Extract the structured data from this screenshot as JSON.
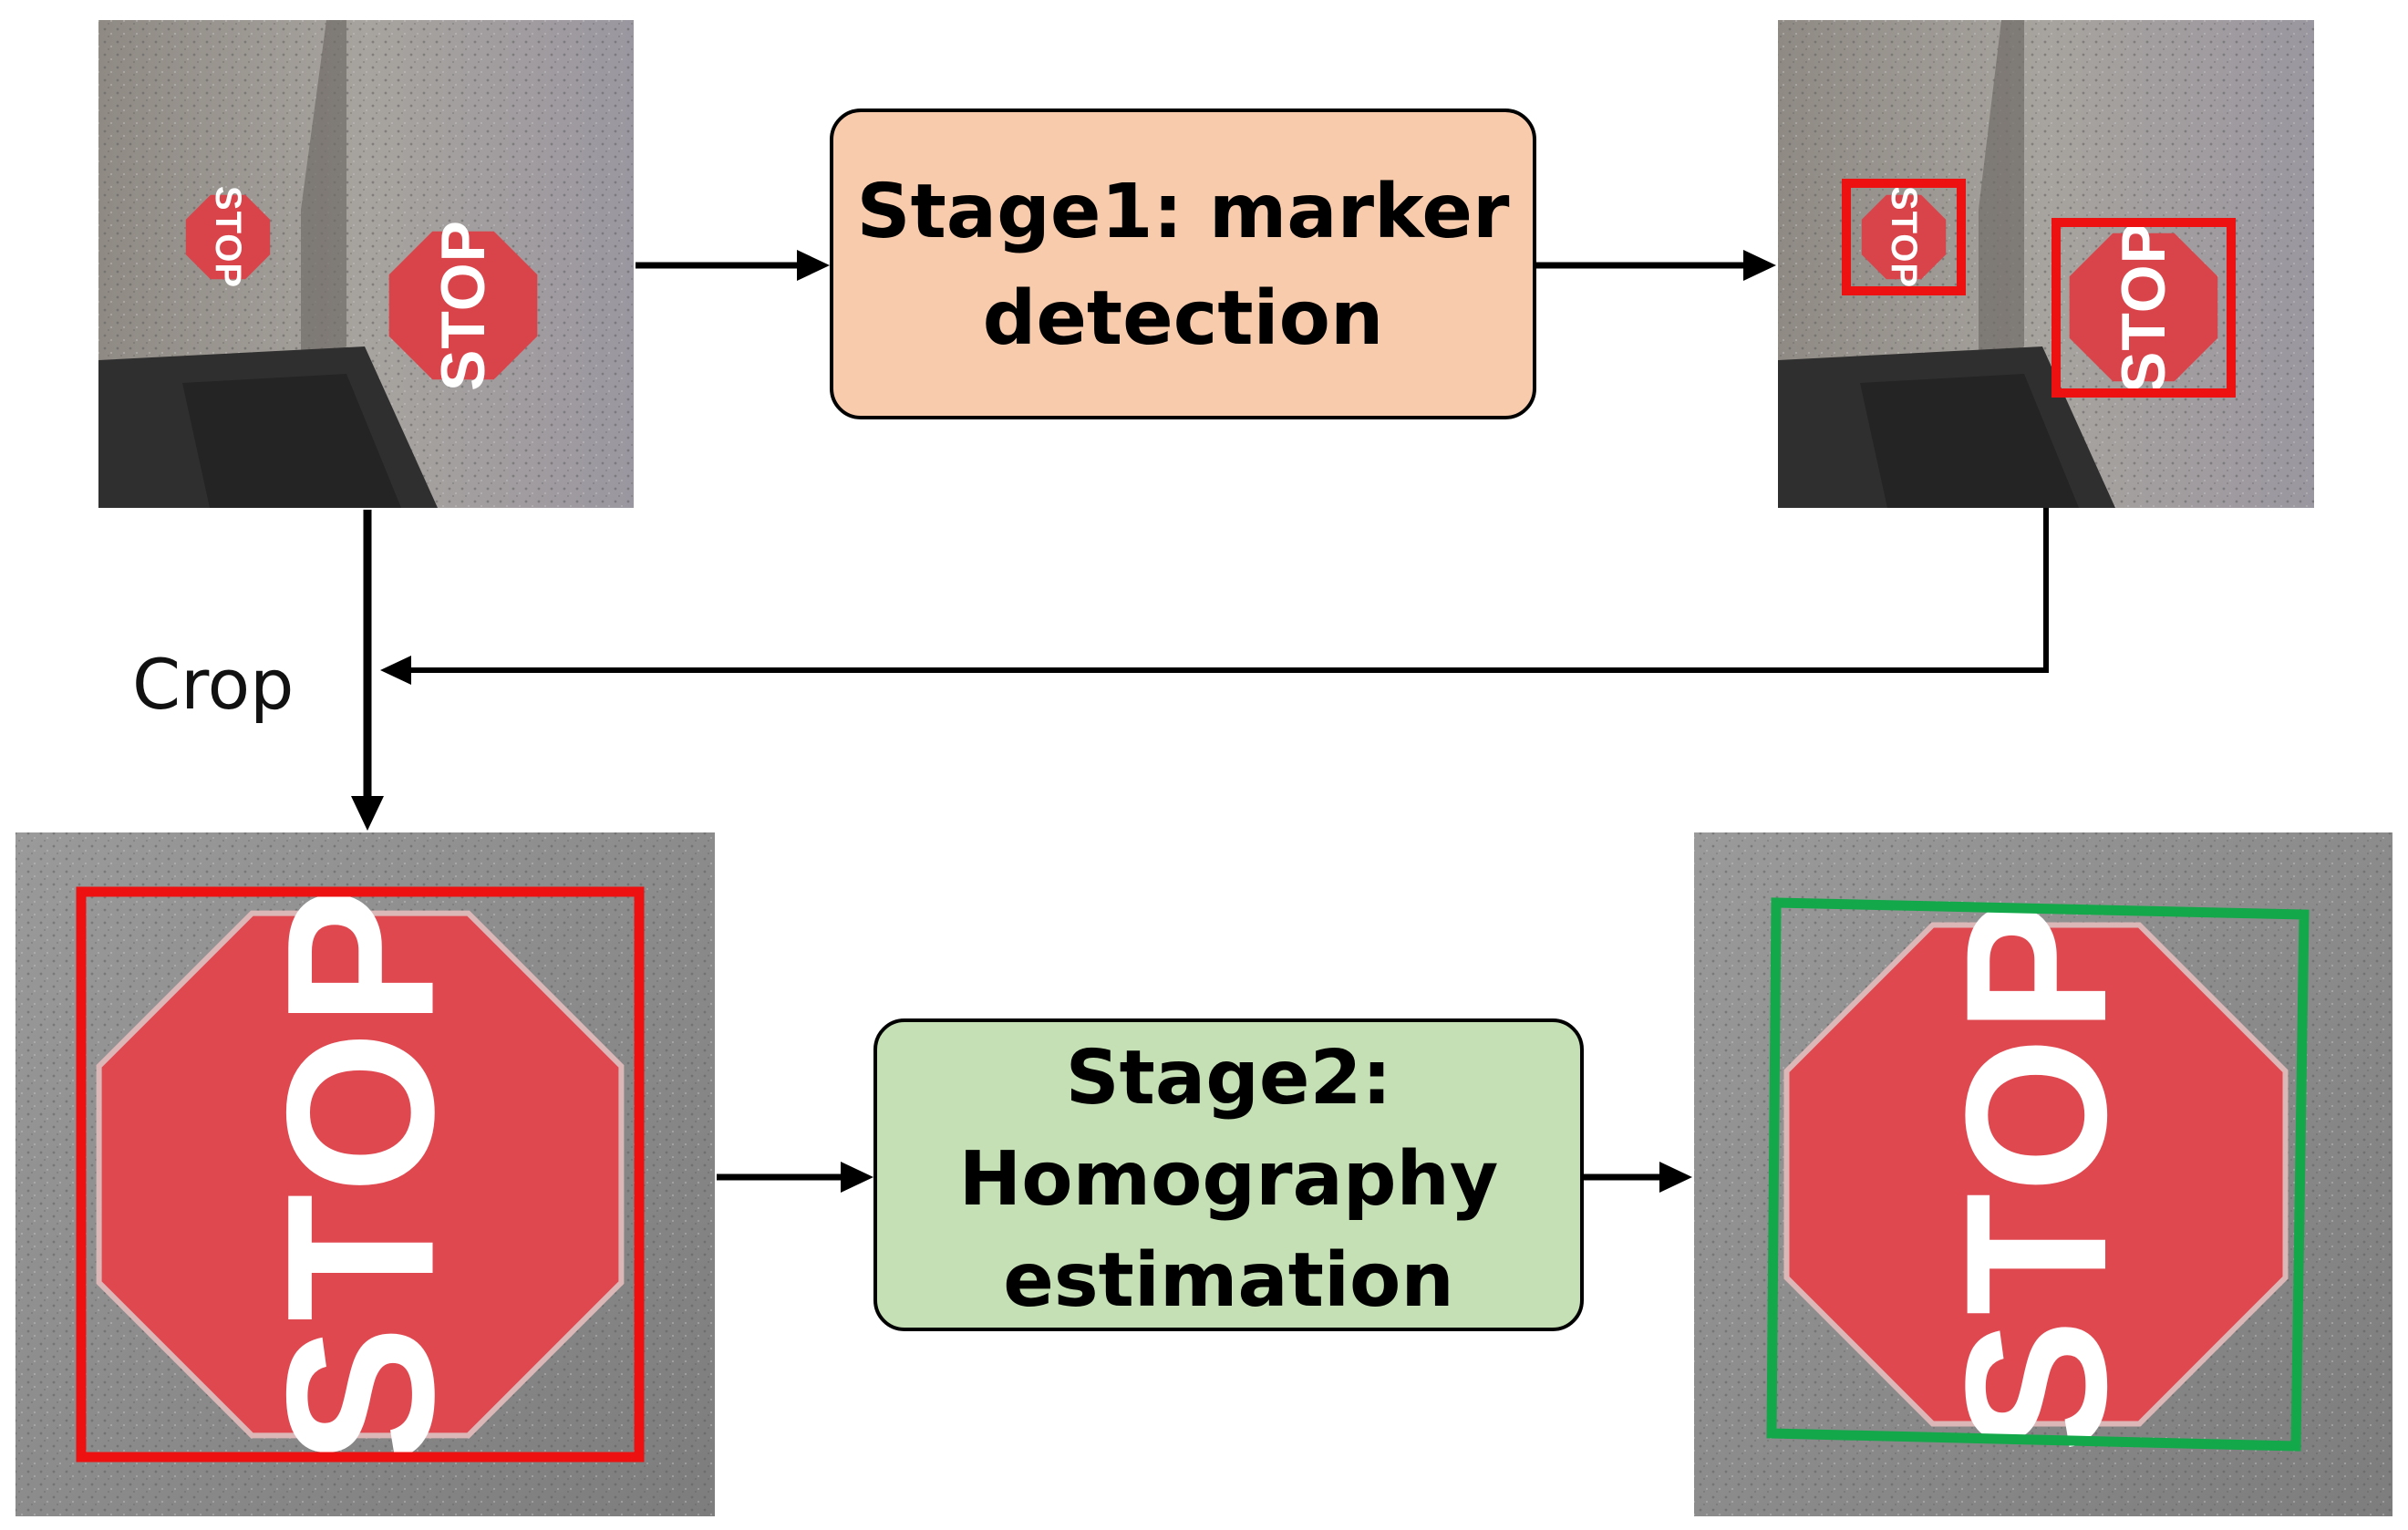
{
  "stage1": {
    "lines": [
      "Stage1: marker",
      "detection"
    ],
    "fill": "#f8cbad"
  },
  "stage2": {
    "lines": [
      "Stage2:",
      "Homography",
      "estimation"
    ],
    "fill": "#c5e0b4"
  },
  "crop_label": "Crop",
  "sign_text": "STOP",
  "colors": {
    "detection_box": "#ee1111",
    "homography_box": "#13a84a",
    "sign_red": "#e04850",
    "arrow": "#000000"
  }
}
